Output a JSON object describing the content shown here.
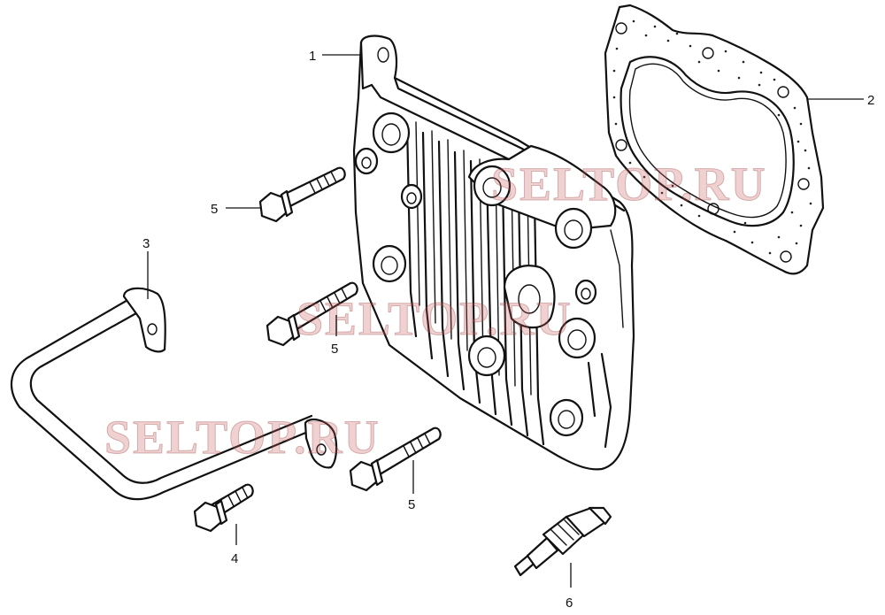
{
  "callouts": [
    {
      "id": "part-1",
      "label": "1"
    },
    {
      "id": "part-2",
      "label": "2"
    },
    {
      "id": "part-3",
      "label": "3"
    },
    {
      "id": "part-4",
      "label": "4"
    },
    {
      "id": "part-5a",
      "label": "5"
    },
    {
      "id": "part-5b",
      "label": "5"
    },
    {
      "id": "part-5c",
      "label": "5"
    },
    {
      "id": "part-6",
      "label": "6"
    }
  ],
  "watermark": "SELTOP.RU",
  "colors": {
    "line": "#111111",
    "watermark": "#c85a5a",
    "background": "#ffffff"
  }
}
